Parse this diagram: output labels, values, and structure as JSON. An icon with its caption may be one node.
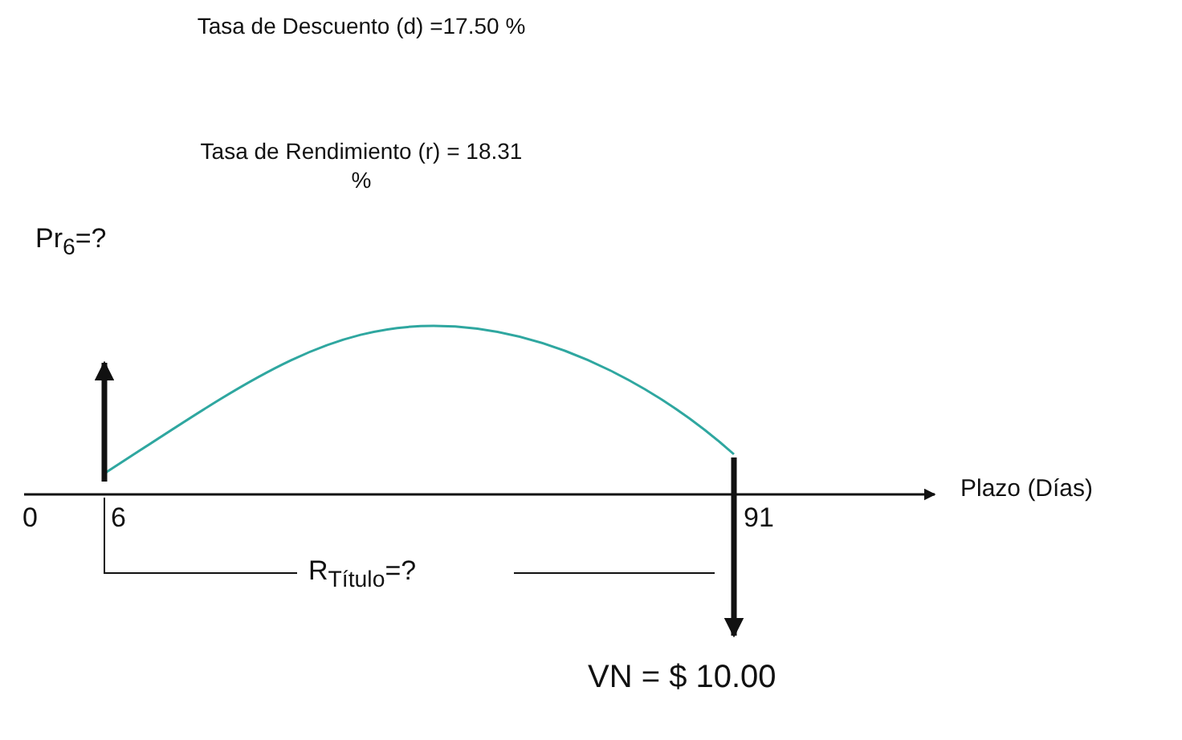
{
  "diagram": {
    "labels": [
      "Tasa de Descuento (d) =17.50 %",
      "Tasa de Rendimiento (r) = 18.31 %",
      "Pr$_{6}$=?",
      "Plazo (Días)",
      "0",
      "6",
      "91",
      "R$_{Título}$=?",
      "VN = $ 10.00"
    ]
  }
}
